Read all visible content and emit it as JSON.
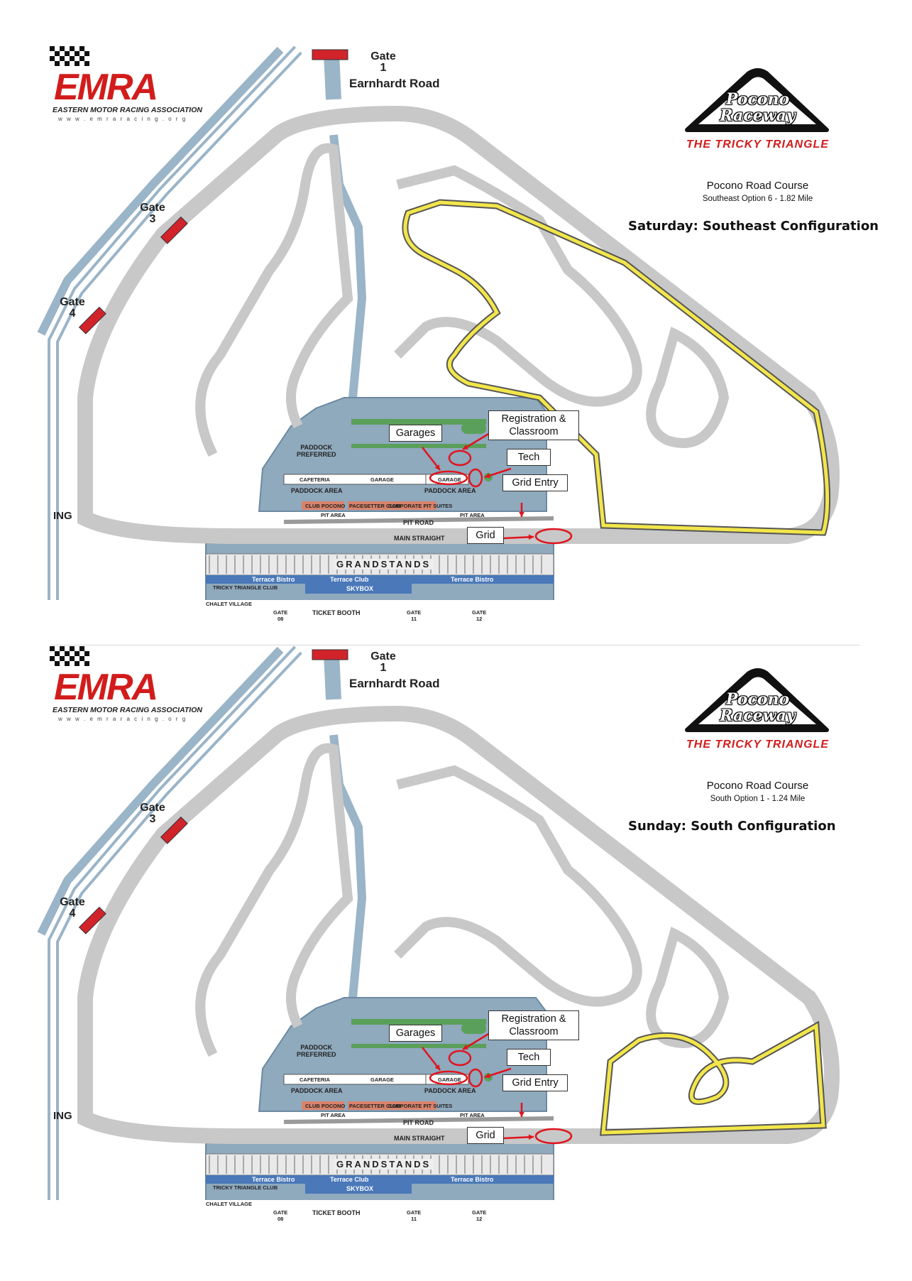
{
  "header": {
    "emra_logo": {
      "wordmark": "EMRA",
      "name": "EASTERN MOTOR RACING ASSOCIATION",
      "url": "w w w . e m r a r a c i n g . o r g"
    },
    "pocono_logo": {
      "line1": "Pocono",
      "line2": "Raceway",
      "tagline": "THE TRICKY TRIANGLE"
    }
  },
  "panels": [
    {
      "course_name": "Pocono Road Course",
      "course_option": "Southeast Option 6 - 1.82 Mile",
      "configuration": "Saturday: Southeast Configuration",
      "highlight_color": "#f2e64a"
    },
    {
      "course_name": "Pocono Road Course",
      "course_option": "South Option 1 - 1.24 Mile",
      "configuration": "Sunday: South Configuration",
      "highlight_color": "#f2e64a"
    }
  ],
  "map": {
    "gate1": "Gate\n1",
    "road": "Earnhardt Road",
    "gate3": "Gate\n3",
    "gate4": "Gate\n4",
    "ing": "ING",
    "paddock_preferred": "PADDOCK\nPREFERRED",
    "cafeteria": "CAFETERIA",
    "garage1": "GARAGE",
    "garage2": "GARAGE",
    "paddock_area1": "PADDOCK AREA",
    "paddock_area2": "PADDOCK AREA",
    "club_pocono": "CLUB POCONO",
    "pacesetter": "PACESETTER CLUB",
    "corporate": "CORPORATE PIT SUITES",
    "pit_area1": "PIT AREA",
    "pit_area2": "PIT AREA",
    "pit_road": "PIT ROAD",
    "main_straight": "MAIN STRAIGHT",
    "grandstands": "GRANDSTANDS",
    "terrace_bistro1": "Terrace Bistro",
    "terrace_club": "Terrace Club",
    "terrace_bistro2": "Terrace Bistro",
    "skybox": "SKYBOX",
    "tricky_club": "TRICKY TRIANGLE CLUB",
    "chalet": "CHALET VILLAGE",
    "gate08": "GATE\n08",
    "ticket_booth": "TICKET BOOTH",
    "gate11": "GATE\n11",
    "gate12": "GATE\n12"
  },
  "callouts": {
    "registration": "Registration &\nClassroom",
    "garages": "Garages",
    "tech": "Tech",
    "grid_entry": "Grid Entry",
    "grid": "Grid"
  },
  "colors": {
    "track": "#c8c8c8",
    "infield_blue": "#8fa9bd",
    "road_blue": "#9ab4c8",
    "gate_red": "#d2232a",
    "callout_red": "#e0141e",
    "terrace": "#4a78b8"
  }
}
